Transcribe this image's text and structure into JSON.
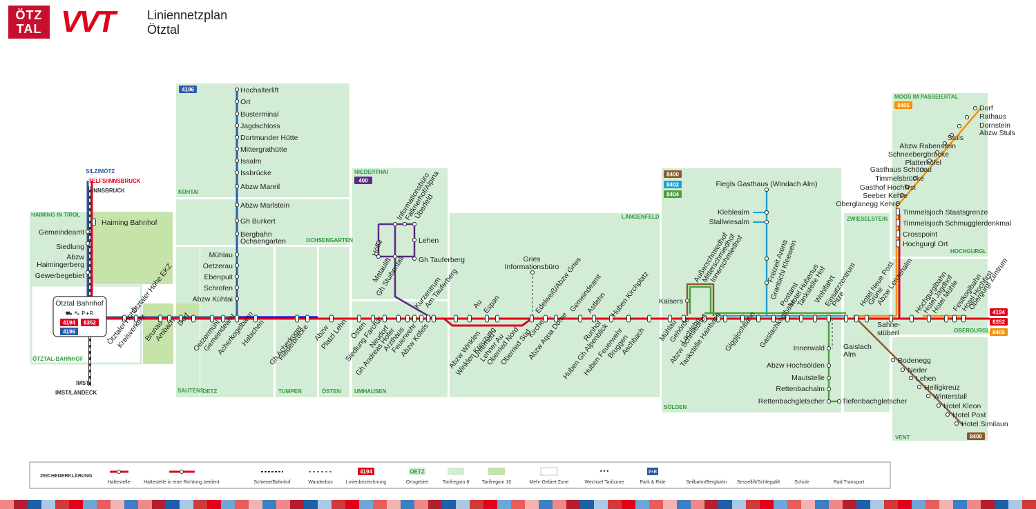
{
  "header": {
    "logo_line1": "ÖTZ",
    "logo_line2": "TAL",
    "brand": "VVT",
    "title_line1": "Liniennetzplan",
    "title_line2": "Ötztal"
  },
  "colors": {
    "red": "#e2001a",
    "blue": "#2b5aa8",
    "purple": "#5b2a86",
    "brown": "#8b5a2b",
    "green_line": "#4aa33b",
    "cyan": "#1ea0d6",
    "orange": "#f39200",
    "zone8": "#d3ecd5",
    "zone10": "#c6e3a9"
  },
  "line_ids": [
    "4196",
    "400",
    "8400",
    "8402",
    "8404",
    "8405",
    "4194",
    "8352"
  ],
  "zones": [
    {
      "label": "HAIMING IN TIROL"
    },
    {
      "label": "ÖTZTAL-BAHNHOF"
    },
    {
      "label": "KÜHTAI"
    },
    {
      "label": "OCHSENGARTEN"
    },
    {
      "label": "SAUTENS"
    },
    {
      "label": "OETZ"
    },
    {
      "label": "TUMPEN"
    },
    {
      "label": "ÖSTEN"
    },
    {
      "label": "NIEDERTHAI"
    },
    {
      "label": "UMHAUSEN"
    },
    {
      "label": "LÄNGENFELD"
    },
    {
      "label": "SÖLDEN"
    },
    {
      "label": "ZWIESELSTEIN"
    },
    {
      "label": "MOOS IM PASSEIERTAL"
    },
    {
      "label": "HOCHGURGL"
    },
    {
      "label": "OBERGURGL"
    },
    {
      "label": "VENT"
    }
  ],
  "directions": [
    "SILZ/MÖTZ",
    "TELFS/INNSBRUCK",
    "INNSBRUCK",
    "IMST",
    "IMST/LANDECK"
  ],
  "hub": {
    "name": "Ötztal Bahnhof",
    "lines": [
      "4194",
      "8352",
      "4196"
    ]
  },
  "stops": {
    "haiming": [
      "Gemeindeamt",
      "Siedlung",
      "Abzw",
      "Haimingerberg",
      "Gewerbegebiet",
      "Haiming Bahnhof"
    ],
    "main_rotated": [
      "Ötztaler Höhe",
      "Kreisverkehr",
      "Ötztaler Höhe EKZ",
      "Brunau",
      "Ambach",
      "Dorf",
      "Oetzermühl",
      "Gemeindeamt",
      "Acherkogelbahn",
      "Habichen",
      "Gh Acherkogel",
      "Riederbrücke",
      "Abzw",
      "Platzl Lehn",
      "Östen",
      "Siedlung Farchat",
      "Neudorf",
      "Gh Andreas Hofer",
      "Arzthaus",
      "Feuerwehr",
      "Abzw Köfels",
      "Am Tauferberg",
      "Kurzentrum",
      "Abzw Winklen",
      "Winklen Kreuzung",
      "Unterried",
      "Lehner Au",
      "Oberried Nord",
      "Oberried Süd",
      "Au",
      "Espan",
      "Kirche",
      "Edelweiß/Abzw Gries",
      "Abzw Aqua Dome",
      "Gemeindeamt",
      "Astlehn",
      "Runhof",
      "Huben Gh Alpenblick",
      "Huben Feuerwehr",
      "Huben Kirchplatz",
      "Bruggen",
      "Aschbach"
    ],
    "kuehtai": [
      "Hochalterlift",
      "Ort",
      "Busterminal",
      "Jagdschloss",
      "Dortmunder Hütte",
      "Mittergrathütte",
      "Issalm",
      "Issbrücke",
      "Abzw Mareil",
      "Abzw Marlstein",
      "Gh Burkert",
      "Bergbahn",
      "Ochsengarten",
      "Mühlau",
      "Oetzerau",
      "Ebenpuit",
      "Schrofen",
      "Abzw Kühtai"
    ],
    "niederthai": [
      "Höfle",
      "Informationsbüro",
      "Falknerhof/Alpina",
      "Überfeld",
      "Lehen",
      "Gh Tauferberg",
      "Mataulift",
      "Gh Stuibenfall"
    ],
    "gries": [
      "Gries",
      "Informationsbüro"
    ],
    "soelden": [
      "Fiegls Gasthaus (Windach Alm)",
      "Kleblealm",
      "Stallwiesalm",
      "Granbichl Kleewein",
      "Freizeit Arena",
      "Postamt",
      "Hotel Hubertus",
      "Tankstelle Hof",
      "Wohlfahrt",
      "Einsatzzentrum",
      "Pitze",
      "Außerschmiedhof",
      "Mitterschmiedhof",
      "Innerschmiedhof",
      "Kaisers",
      "Mühlau",
      "Gehörde",
      "Lochlehn",
      "Abzw Schmiedhof",
      "Tankstelle Hainbach",
      "Giggijochbahn",
      "Gaislachkoglbahn",
      "Innerwald",
      "Abzw Hochsölden",
      "Mautstelle",
      "Rettenbachalm",
      "Rettenbachgletscher",
      "Tiefenbachgletscher",
      "Gaislach",
      "Alm"
    ],
    "obergurgl": [
      "Hotel Neue Post",
      "Grüne",
      "Abzw Lenzenalm",
      "Hochgurglbahn",
      "Hotel Jagdhof",
      "Hotel Mühle",
      "Festkoglbahn",
      "Hotel Hochfirst",
      "Obergurgl Zentrum",
      "Sahne-",
      "stüberl"
    ],
    "hochgurgl": [
      "Timmelsjoch Staatsgrenze",
      "Timmelsjoch Schmugglerdenkmal",
      "Crosspoint",
      "Hochgurgl Ort"
    ],
    "passeier": [
      "Dorf",
      "Rathaus",
      "Dornstein",
      "Abzw Stuls",
      "Stuls",
      "Abzw Rabenstein",
      "Schneebergbrücke",
      "Platterköfel",
      "Gasthaus Schönau",
      "Timmelsbrücke",
      "Gasthof Hochfirst",
      "Seeber Kehre",
      "Oberglanegg Kehre"
    ],
    "vent": [
      "Bodenegg",
      "Neder",
      "Lehen",
      "Heiligkreuz",
      "Winterstall",
      "Hotel Kleon",
      "Hotel Post",
      "Hotel Similaun"
    ]
  },
  "legend": {
    "title": "ZEICHENERKLÄRUNG",
    "items": [
      "Haltestelle",
      "Haltestelle in eine Richtung bedient",
      "Schiene/Bahnhof",
      "Wanderbus",
      "Linienbezeichnung",
      "Ortsgebiet",
      "Tarifregion 8",
      "Tarifregion 10",
      "Mehr-Gebiet-Zone",
      "Wechsel Tarifzone",
      "Park & Ride",
      "Seilbahn/Bergbahn",
      "Sessellift/Schlepplift",
      "Schule",
      "Rad Transport"
    ],
    "badge_line": "4194",
    "badge_zone": "OETZ",
    "pr": "P+R"
  }
}
